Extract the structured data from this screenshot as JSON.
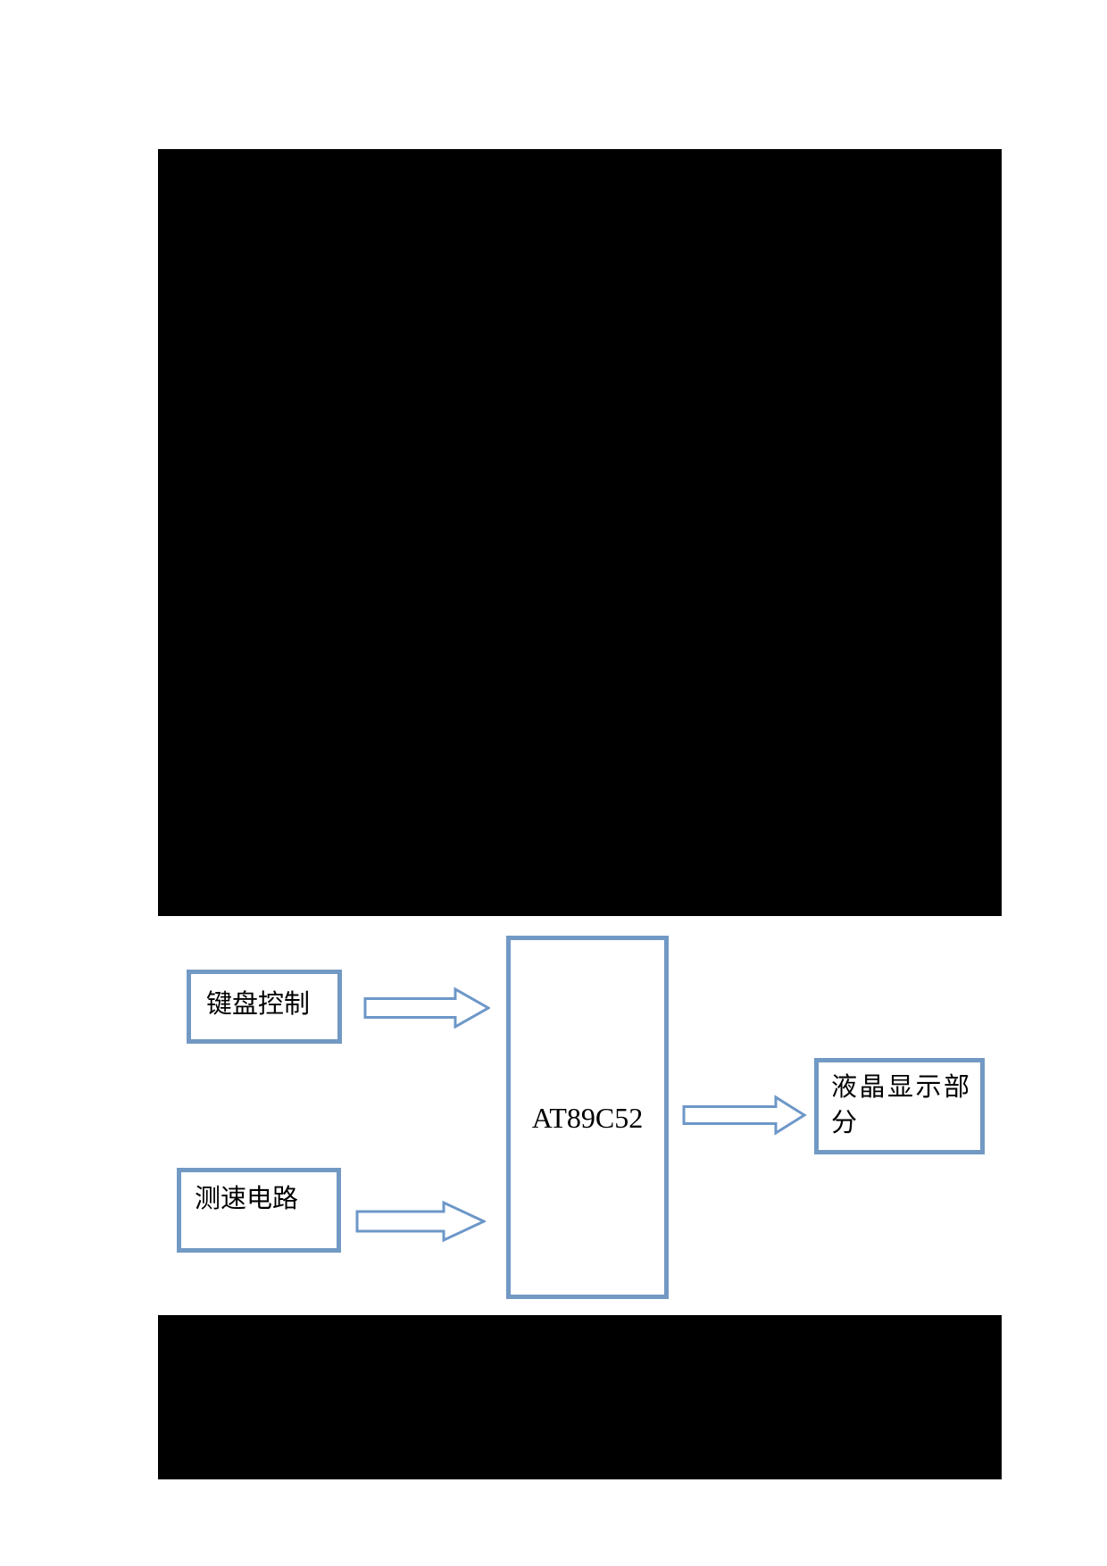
{
  "colors": {
    "shape_border": "#7199c4",
    "arrow_outline": "#6d97c8",
    "shape_fill": "#ffffff",
    "image_placeholder": "#000000",
    "text": "#000000",
    "page_background": "#ffffff"
  },
  "diagram": {
    "nodes": {
      "keyboard": {
        "label": "键盘控制"
      },
      "speed": {
        "label": "测速电路"
      },
      "mcu": {
        "label": "AT89C52"
      },
      "lcd": {
        "label": "液晶显示部分"
      }
    },
    "connections": [
      {
        "from": "键盘控制",
        "to": "AT89C52",
        "style": "right-block-arrow"
      },
      {
        "from": "测速电路",
        "to": "AT89C52",
        "style": "right-block-arrow"
      },
      {
        "from": "AT89C52",
        "to": "液晶显示部分",
        "style": "right-block-arrow"
      }
    ]
  }
}
